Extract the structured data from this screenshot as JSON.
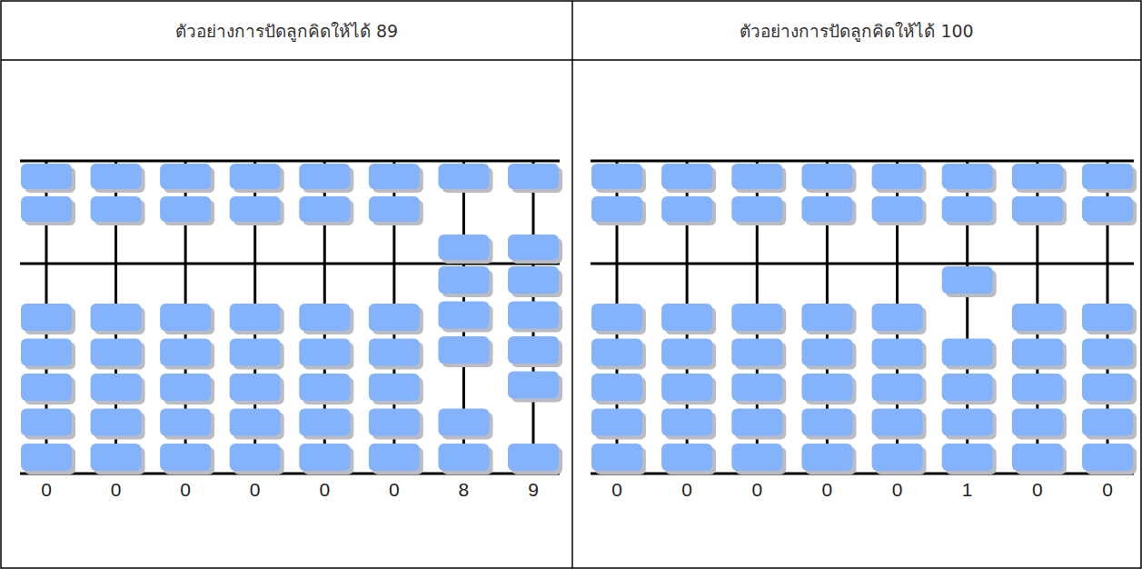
{
  "diagram": {
    "nodes": [
      {
        "text": [
          "ตัวอย่างการปัดลูกคิดให้ได้ 89"
        ]
      },
      {
        "text": [
          "ตัวอย่างการปัดลูกคิดให้ได้ 100"
        ]
      }
    ],
    "labels": [
      "0",
      "0",
      "0",
      "0",
      "0",
      "0",
      "8",
      "9",
      "0",
      "0",
      "0",
      "0",
      "0",
      "1",
      "0",
      "0"
    ]
  }
}
